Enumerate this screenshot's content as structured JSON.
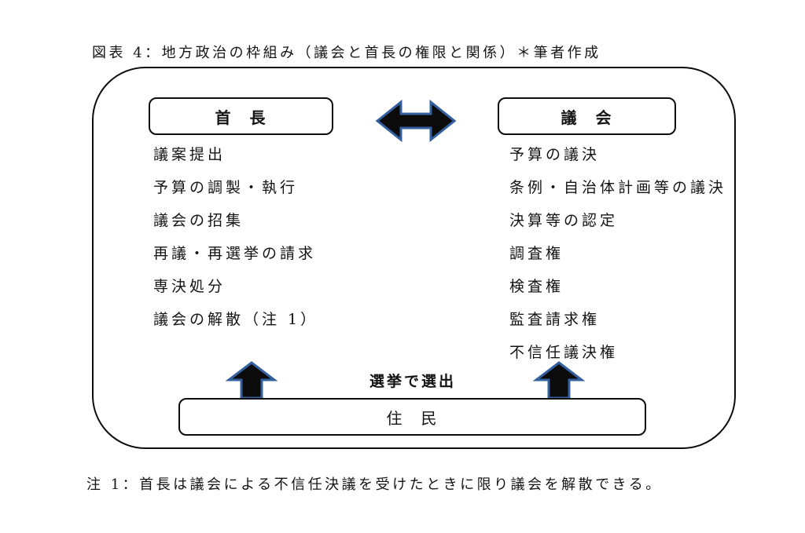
{
  "page": {
    "title": "図表 4：地方政治の枠組み（議会と首長の権限と関係）＊筆者作成",
    "footnote": "注 1：首長は議会による不信任決議を受けたときに限り議会を解散できる。"
  },
  "diagram": {
    "chief": {
      "label": "首　長",
      "powers": [
        "議案提出",
        "予算の調製・執行",
        "議会の招集",
        "再議・再選挙の請求",
        "専決処分",
        "議会の解散（注 1）"
      ]
    },
    "assembly": {
      "label": "議　会",
      "powers": [
        "予算の議決",
        "条例・自治体計画等の議決",
        "決算等の認定",
        "調査権",
        "検査権",
        "監査請求権",
        "不信任議決権"
      ]
    },
    "residents": {
      "label": "住　民"
    },
    "election_label": "選挙で選出",
    "colors": {
      "arrow_fill": "#0b0b0b",
      "arrow_stroke": "#35609f",
      "border": "#0d0d0d",
      "background": "#ffffff"
    }
  }
}
